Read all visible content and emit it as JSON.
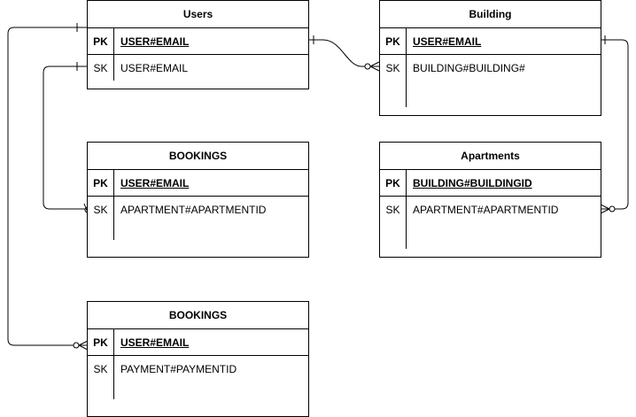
{
  "entities": {
    "users": {
      "title": "Users",
      "pk": {
        "key": "PK",
        "attr": "USER#EMAIL"
      },
      "sk": {
        "key": "SK",
        "attr": "USER#EMAIL"
      }
    },
    "building": {
      "title": "Building",
      "pk": {
        "key": "PK",
        "attr": "USER#EMAIL"
      },
      "sk": {
        "key": "SK",
        "attr": "BUILDING#BUILDING#"
      }
    },
    "bookings_apartment": {
      "title": "BOOKINGS",
      "pk": {
        "key": "PK",
        "attr": "USER#EMAIL"
      },
      "sk": {
        "key": "SK",
        "attr": "APARTMENT#APARTMENTID"
      }
    },
    "apartments": {
      "title": "Apartments",
      "pk": {
        "key": "PK",
        "attr": "BUILDING#BUILDINGID"
      },
      "sk": {
        "key": "SK",
        "attr": "APARTMENT#APARTMENTID"
      }
    },
    "bookings_payment": {
      "title": "BOOKINGS",
      "pk": {
        "key": "PK",
        "attr": "USER#EMAIL"
      },
      "sk": {
        "key": "SK",
        "attr": "PAYMENT#PAYMENTID"
      }
    }
  },
  "relationships": [
    {
      "from": "users",
      "to": "building",
      "from_cardinality": "one",
      "to_cardinality": "zero-or-many"
    },
    {
      "from": "users",
      "to": "bookings_apartment",
      "from_cardinality": "one",
      "to_cardinality": "zero-or-many"
    },
    {
      "from": "users",
      "to": "bookings_payment",
      "from_cardinality": "one",
      "to_cardinality": "zero-or-many"
    },
    {
      "from": "building",
      "to": "apartments",
      "from_cardinality": "one",
      "to_cardinality": "zero-or-many"
    }
  ],
  "colors": {
    "line": "#000000",
    "background": "#ffffff"
  }
}
